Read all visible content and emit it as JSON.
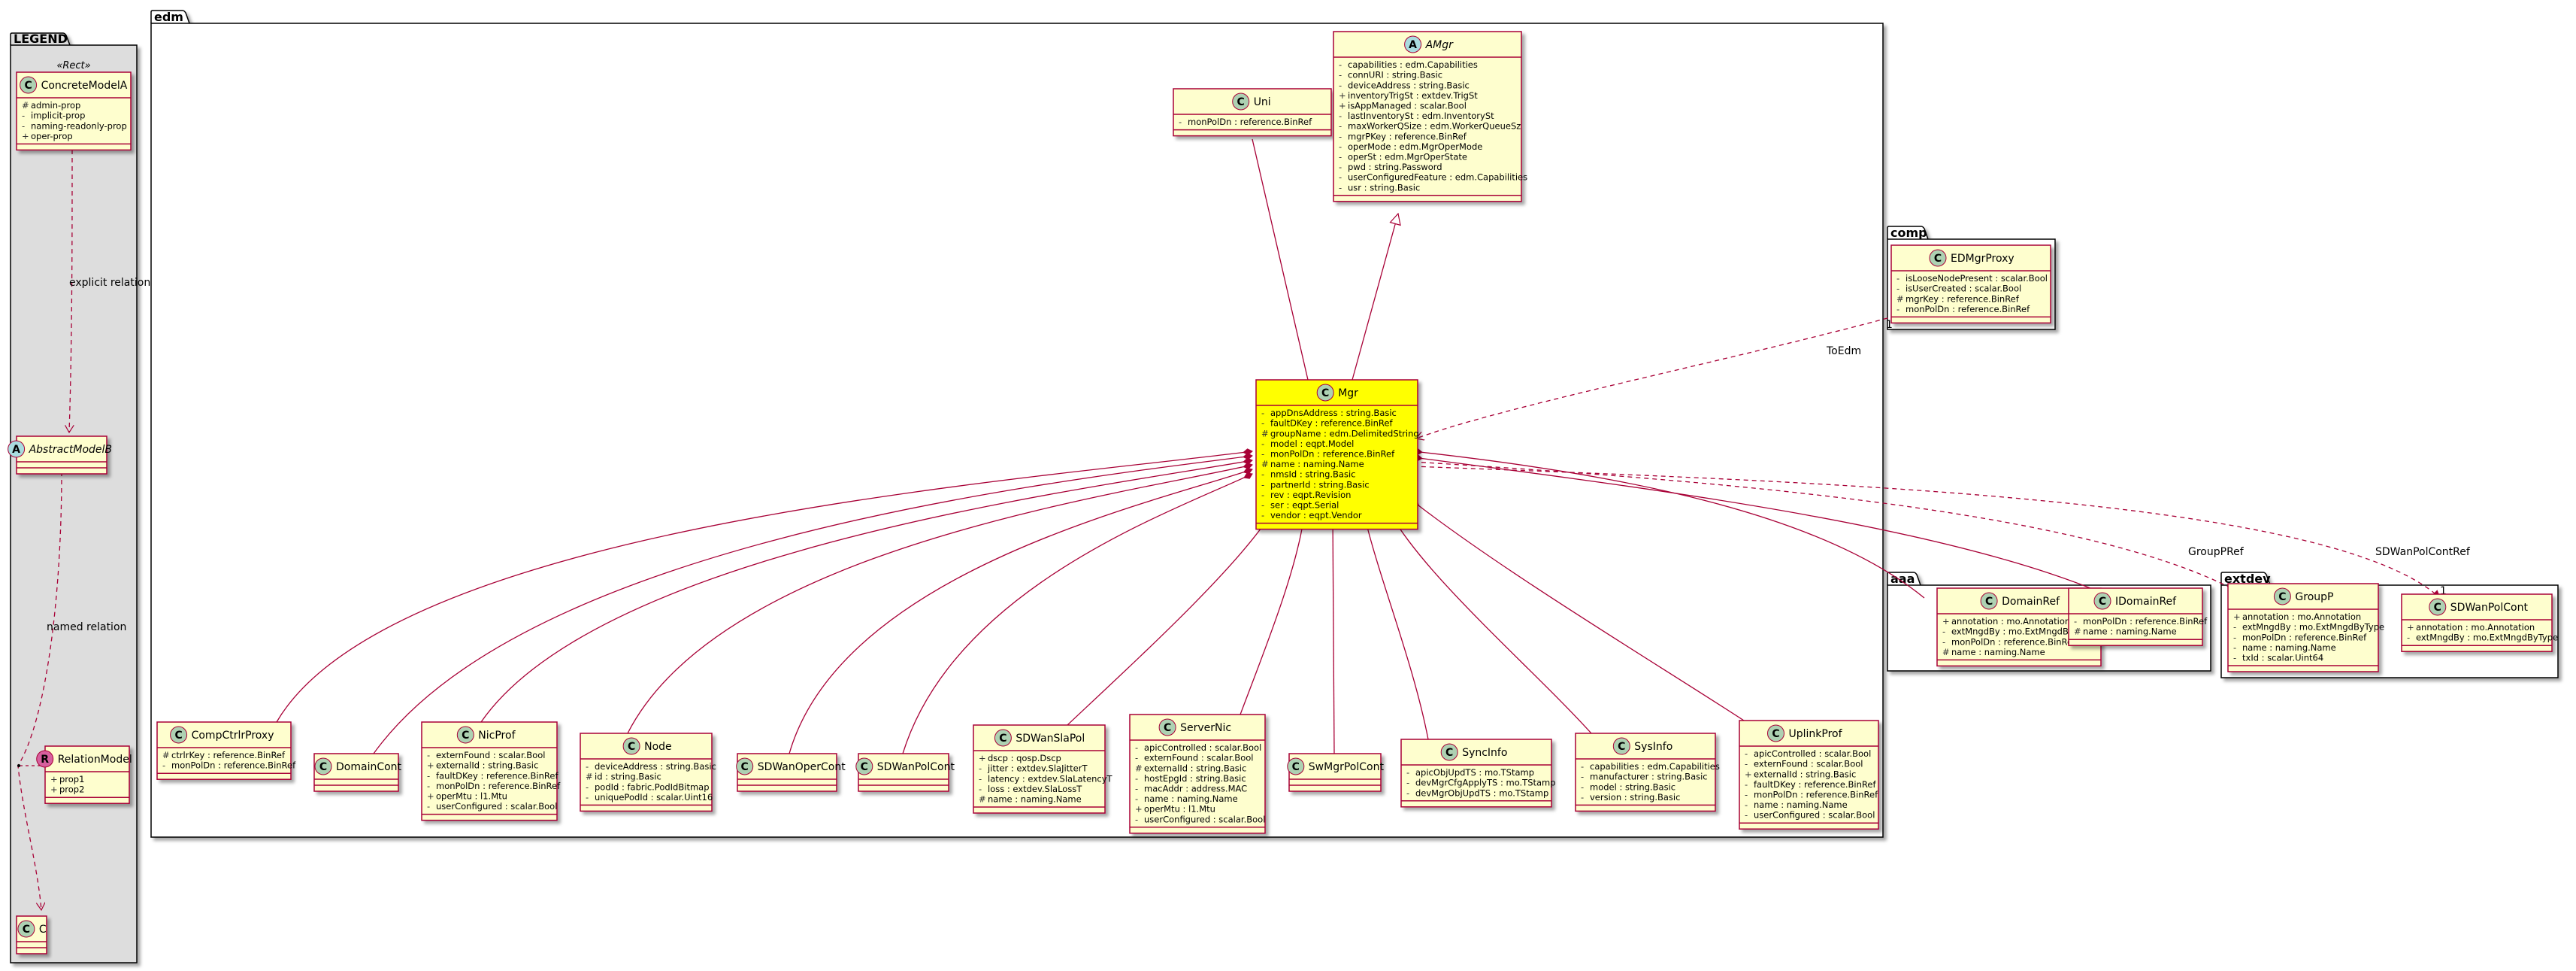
{
  "packages": {
    "legend": "LEGEND",
    "edm": "edm",
    "comp": "comp",
    "aaa": "aaa",
    "extdev": "extdev"
  },
  "legend": {
    "stereotype": "«Rect»",
    "concrete": {
      "name": "ConcreteModelA",
      "attrs": [
        {
          "v": "#",
          "t": "admin-prop"
        },
        {
          "v": "-",
          "t": "implicit-prop"
        },
        {
          "v": "-",
          "t": "naming-readonly-prop"
        },
        {
          "v": "+",
          "t": "oper-prop"
        }
      ]
    },
    "abstract": {
      "name": "AbstractModelB"
    },
    "relation": {
      "name": "RelationModel",
      "attrs": [
        {
          "v": "+",
          "t": "prop1"
        },
        {
          "v": "+",
          "t": "prop2"
        }
      ]
    },
    "c": {
      "name": "C"
    },
    "explicit_label": "explicit relation",
    "named_label": "named relation"
  },
  "classes": {
    "uni": {
      "name": "Uni",
      "attrs": [
        {
          "v": "-",
          "t": "monPolDn : reference.BinRef"
        }
      ]
    },
    "amgr": {
      "name": "AMgr",
      "attrs": [
        {
          "v": "-",
          "t": "capabilities : edm.Capabilities"
        },
        {
          "v": "-",
          "t": "connURI : string.Basic"
        },
        {
          "v": "-",
          "t": "deviceAddress : string.Basic"
        },
        {
          "v": "+",
          "t": "inventoryTrigSt : extdev.TrigSt"
        },
        {
          "v": "+",
          "t": "isAppManaged : scalar.Bool"
        },
        {
          "v": "-",
          "t": "lastInventorySt : edm.InventorySt"
        },
        {
          "v": "-",
          "t": "maxWorkerQSize : edm.WorkerQueueSz"
        },
        {
          "v": "-",
          "t": "mgrPKey : reference.BinRef"
        },
        {
          "v": "-",
          "t": "operMode : edm.MgrOperMode"
        },
        {
          "v": "-",
          "t": "operSt : edm.MgrOperState"
        },
        {
          "v": "-",
          "t": "pwd : string.Password"
        },
        {
          "v": "-",
          "t": "userConfiguredFeature : edm.Capabilities"
        },
        {
          "v": "-",
          "t": "usr : string.Basic"
        }
      ]
    },
    "mgr": {
      "name": "Mgr",
      "attrs": [
        {
          "v": "-",
          "t": "appDnsAddress : string.Basic"
        },
        {
          "v": "-",
          "t": "faultDKey : reference.BinRef"
        },
        {
          "v": "#",
          "t": "groupName : edm.DelimitedString"
        },
        {
          "v": "-",
          "t": "model : eqpt.Model"
        },
        {
          "v": "-",
          "t": "monPolDn : reference.BinRef"
        },
        {
          "v": "#",
          "t": "name : naming.Name"
        },
        {
          "v": "-",
          "t": "nmsId : string.Basic"
        },
        {
          "v": "-",
          "t": "partnerId : string.Basic"
        },
        {
          "v": "-",
          "t": "rev : eqpt.Revision"
        },
        {
          "v": "-",
          "t": "ser : eqpt.Serial"
        },
        {
          "v": "-",
          "t": "vendor : eqpt.Vendor"
        }
      ]
    },
    "compctrlrproxy": {
      "name": "CompCtrlrProxy",
      "attrs": [
        {
          "v": "#",
          "t": "ctrlrKey : reference.BinRef"
        },
        {
          "v": "-",
          "t": "monPolDn : reference.BinRef"
        }
      ]
    },
    "domaincont": {
      "name": "DomainCont",
      "attrs": []
    },
    "nicprof": {
      "name": "NicProf",
      "attrs": [
        {
          "v": "-",
          "t": "externFound : scalar.Bool"
        },
        {
          "v": "+",
          "t": "externalId : string.Basic"
        },
        {
          "v": "-",
          "t": "faultDKey : reference.BinRef"
        },
        {
          "v": "-",
          "t": "monPolDn : reference.BinRef"
        },
        {
          "v": "+",
          "t": "operMtu : l1.Mtu"
        },
        {
          "v": "-",
          "t": "userConfigured : scalar.Bool"
        }
      ]
    },
    "node": {
      "name": "Node",
      "attrs": [
        {
          "v": "-",
          "t": "deviceAddress : string.Basic"
        },
        {
          "v": "#",
          "t": "id : string.Basic"
        },
        {
          "v": "-",
          "t": "podId : fabric.PodIdBitmap"
        },
        {
          "v": "-",
          "t": "uniquePodId : scalar.Uint16"
        }
      ]
    },
    "sdwanopercont": {
      "name": "SDWanOperCont",
      "attrs": []
    },
    "sdwanpolcont": {
      "name": "SDWanPolCont",
      "attrs": []
    },
    "sdwanslapol": {
      "name": "SDWanSlaPol",
      "attrs": [
        {
          "v": "+",
          "t": "dscp : qosp.Dscp"
        },
        {
          "v": "-",
          "t": "jitter : extdev.SlaJitterT"
        },
        {
          "v": "-",
          "t": "latency : extdev.SlaLatencyT"
        },
        {
          "v": "-",
          "t": "loss : extdev.SlaLossT"
        },
        {
          "v": "#",
          "t": "name : naming.Name"
        }
      ]
    },
    "servernic": {
      "name": "ServerNic",
      "attrs": [
        {
          "v": "-",
          "t": "apicControlled : scalar.Bool"
        },
        {
          "v": "-",
          "t": "externFound : scalar.Bool"
        },
        {
          "v": "#",
          "t": "externalId : string.Basic"
        },
        {
          "v": "-",
          "t": "hostEpgId : string.Basic"
        },
        {
          "v": "-",
          "t": "macAddr : address.MAC"
        },
        {
          "v": "-",
          "t": "name : naming.Name"
        },
        {
          "v": "+",
          "t": "operMtu : l1.Mtu"
        },
        {
          "v": "-",
          "t": "userConfigured : scalar.Bool"
        }
      ]
    },
    "swmgrpolcont": {
      "name": "SwMgrPolCont",
      "attrs": []
    },
    "syncinfo": {
      "name": "SyncInfo",
      "attrs": [
        {
          "v": "-",
          "t": "apicObjUpdTS : mo.TStamp"
        },
        {
          "v": "-",
          "t": "devMgrCfgApplyTS : mo.TStamp"
        },
        {
          "v": "-",
          "t": "devMgrObjUpdTS : mo.TStamp"
        }
      ]
    },
    "sysinfo": {
      "name": "SysInfo",
      "attrs": [
        {
          "v": "-",
          "t": "capabilities : edm.Capabilities"
        },
        {
          "v": "-",
          "t": "manufacturer : string.Basic"
        },
        {
          "v": "-",
          "t": "model : string.Basic"
        },
        {
          "v": "-",
          "t": "version : string.Basic"
        }
      ]
    },
    "uplinkprof": {
      "name": "UplinkProf",
      "attrs": [
        {
          "v": "-",
          "t": "apicControlled : scalar.Bool"
        },
        {
          "v": "-",
          "t": "externFound : scalar.Bool"
        },
        {
          "v": "+",
          "t": "externalId : string.Basic"
        },
        {
          "v": "-",
          "t": "faultDKey : reference.BinRef"
        },
        {
          "v": "-",
          "t": "monPolDn : reference.BinRef"
        },
        {
          "v": "-",
          "t": "name : naming.Name"
        },
        {
          "v": "-",
          "t": "userConfigured : scalar.Bool"
        }
      ]
    },
    "edmmgrproxy": {
      "name": "EDMgrProxy",
      "attrs": [
        {
          "v": "-",
          "t": "isLooseNodePresent : scalar.Bool"
        },
        {
          "v": "-",
          "t": "isUserCreated : scalar.Bool"
        },
        {
          "v": "#",
          "t": "mgrKey : reference.BinRef"
        },
        {
          "v": "-",
          "t": "monPolDn : reference.BinRef"
        }
      ]
    },
    "domainref": {
      "name": "DomainRef",
      "attrs": [
        {
          "v": "+",
          "t": "annotation : mo.Annotation"
        },
        {
          "v": "-",
          "t": "extMngdBy : mo.ExtMngdByType"
        },
        {
          "v": "-",
          "t": "monPolDn : reference.BinRef"
        },
        {
          "v": "#",
          "t": "name : naming.Name"
        }
      ]
    },
    "idomainref": {
      "name": "IDomainRef",
      "attrs": [
        {
          "v": "-",
          "t": "monPolDn : reference.BinRef"
        },
        {
          "v": "#",
          "t": "name : naming.Name"
        }
      ]
    },
    "groupp": {
      "name": "GroupP",
      "attrs": [
        {
          "v": "+",
          "t": "annotation : mo.Annotation"
        },
        {
          "v": "-",
          "t": "extMngdBy : mo.ExtMngdByType"
        },
        {
          "v": "-",
          "t": "monPolDn : reference.BinRef"
        },
        {
          "v": "-",
          "t": "name : naming.Name"
        },
        {
          "v": "-",
          "t": "txId : scalar.Uint64"
        }
      ]
    },
    "sdwanpolcont2": {
      "name": "SDWanPolCont",
      "attrs": [
        {
          "v": "+",
          "t": "annotation : mo.Annotation"
        },
        {
          "v": "-",
          "t": "extMngdBy : mo.ExtMngdByType"
        }
      ]
    }
  },
  "relations": {
    "toedm": "ToEdm",
    "toedm_mult": "1",
    "grouppref": "GroupPRef",
    "grouppref_mult": "1",
    "sdwanpolcontref": "SDWanPolContRef",
    "sdwanpolcontref_mult": "1"
  },
  "colors": {
    "class_fill": "#FEFECE",
    "mgr_fill": "#FFFF00",
    "border": "#A80036",
    "package_fill": "#FFFFFF",
    "legend_fill": "#DDDDDD"
  }
}
